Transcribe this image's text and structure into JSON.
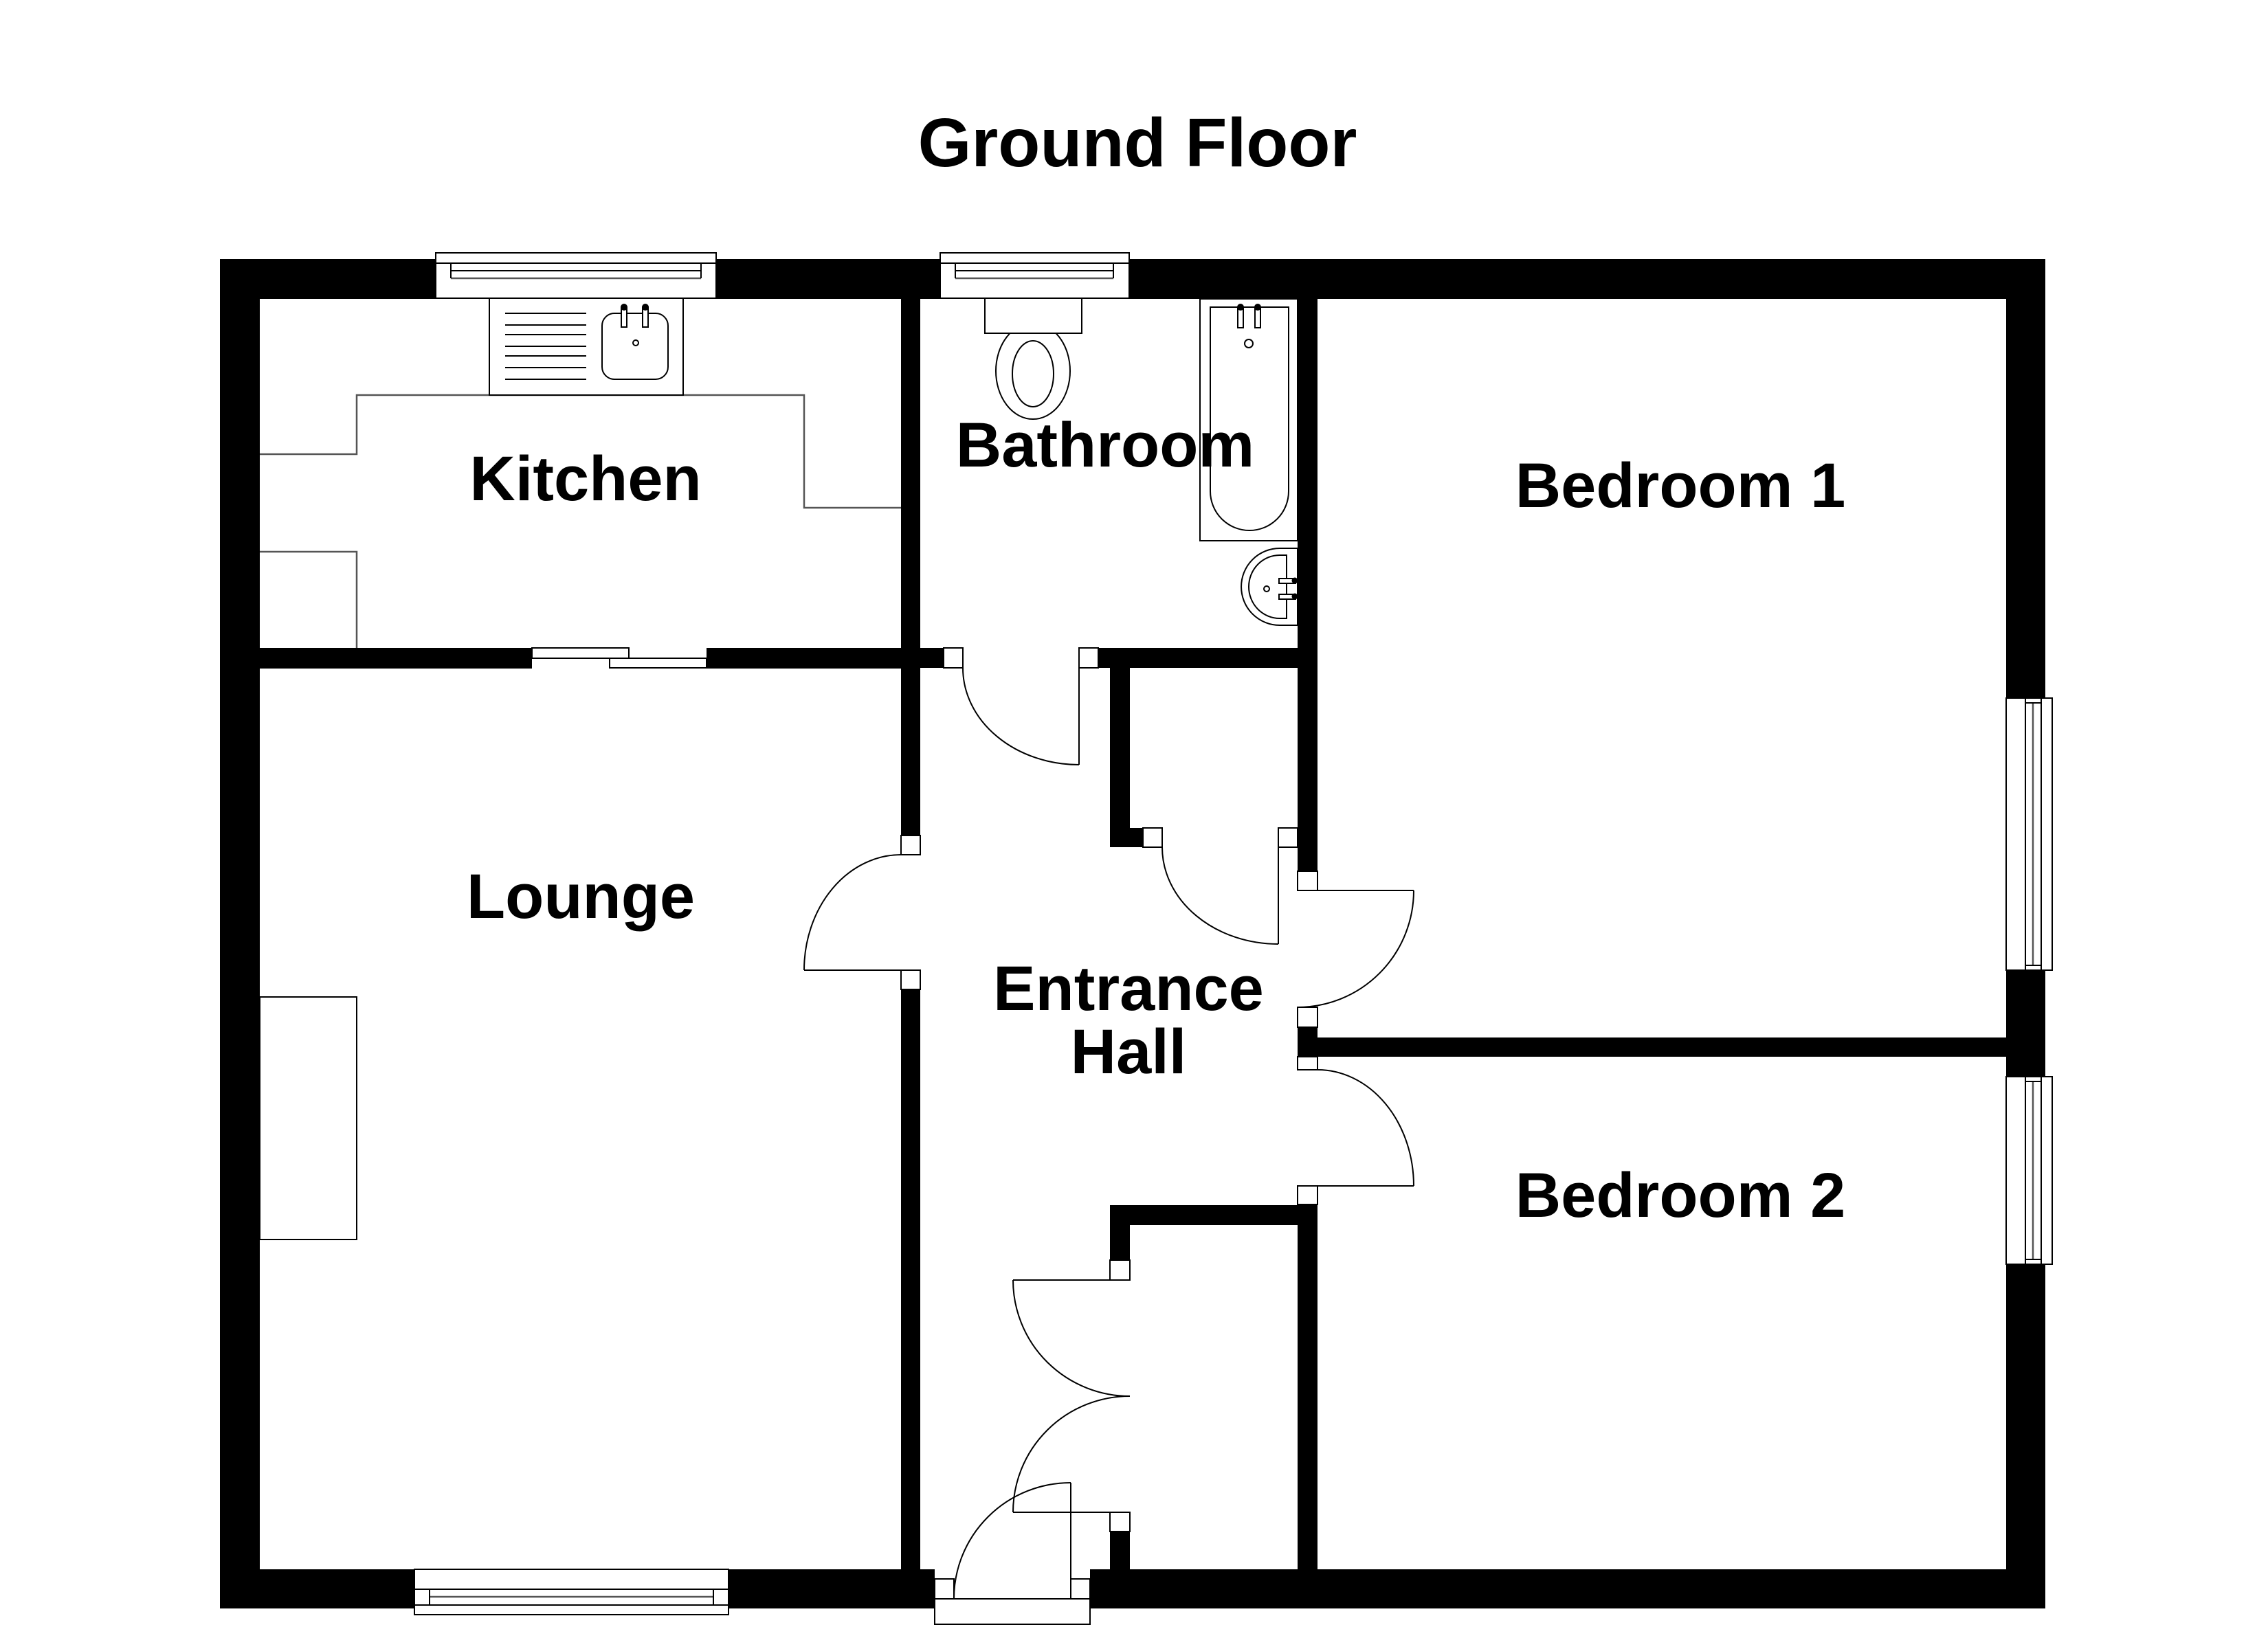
{
  "plan": {
    "title": "Ground Floor",
    "rooms": {
      "kitchen": {
        "label": "Kitchen"
      },
      "bathroom": {
        "label": "Bathroom"
      },
      "bedroom1": {
        "label": "Bedroom 1"
      },
      "lounge": {
        "label": "Lounge"
      },
      "entrance_hall": {
        "label_line1": "Entrance",
        "label_line2": "Hall"
      },
      "bedroom2": {
        "label": "Bedroom 2"
      }
    }
  },
  "colors": {
    "wall": "#000000",
    "background": "#ffffff",
    "fixture_line": "#000000"
  }
}
